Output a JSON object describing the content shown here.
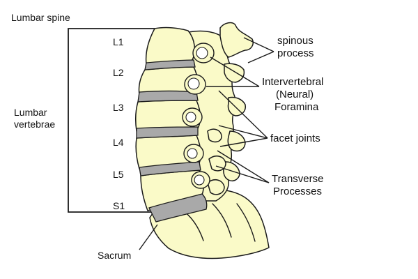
{
  "labels": {
    "title": "Lumbar spine",
    "group": [
      "Lumbar",
      "vertebrae"
    ],
    "sacrum": "Sacrum",
    "levels": [
      "L1",
      "L2",
      "L3",
      "L4",
      "L5",
      "S1"
    ],
    "spinous": [
      "spinous",
      "process"
    ],
    "foramina": [
      "Intervertebral",
      "(Neural)",
      "Foramina"
    ],
    "facet": "facet joints",
    "transverse": [
      "Transverse",
      "Processes"
    ]
  },
  "colors": {
    "bone": "#fafac8",
    "disc": "#a9a9a9",
    "ink": "#1a1a1a"
  }
}
